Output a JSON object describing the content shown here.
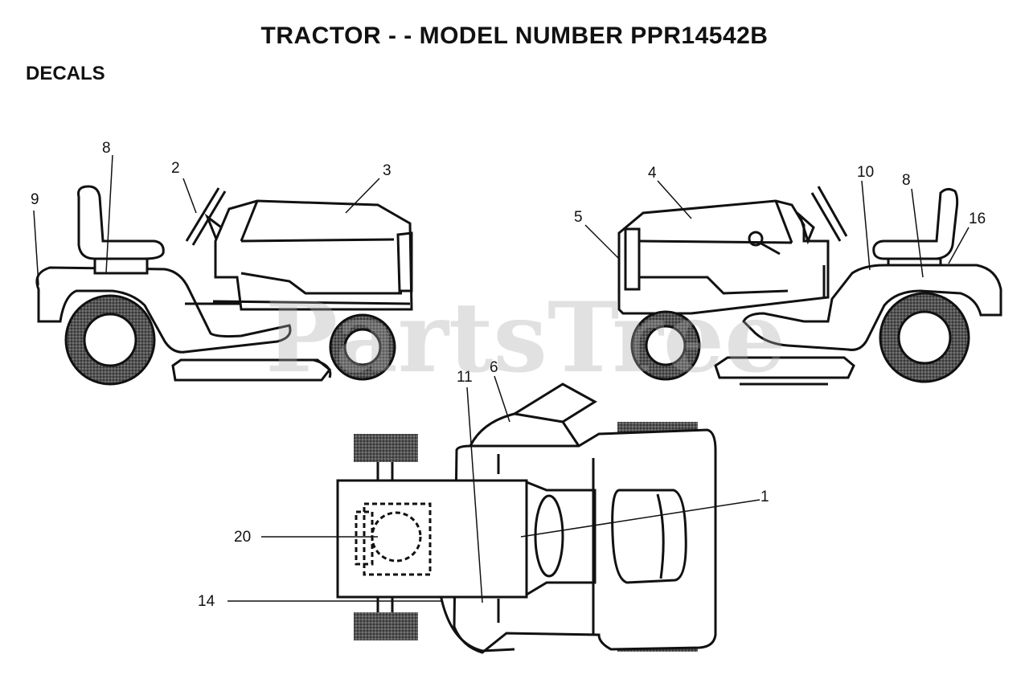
{
  "title": "TRACTOR - - MODEL NUMBER PPR14542B",
  "section_label": "DECALS",
  "watermark": "PartsTree",
  "callouts": {
    "c9": "9",
    "c8a": "8",
    "c2": "2",
    "c3": "3",
    "c4": "4",
    "c5": "5",
    "c10": "10",
    "c8b": "8",
    "c16": "16",
    "c11": "11",
    "c6": "6",
    "c1": "1",
    "c20": "20",
    "c14": "14"
  },
  "colors": {
    "line": "#111111",
    "tire": "#333333",
    "watermark": "#aaaaaa"
  }
}
